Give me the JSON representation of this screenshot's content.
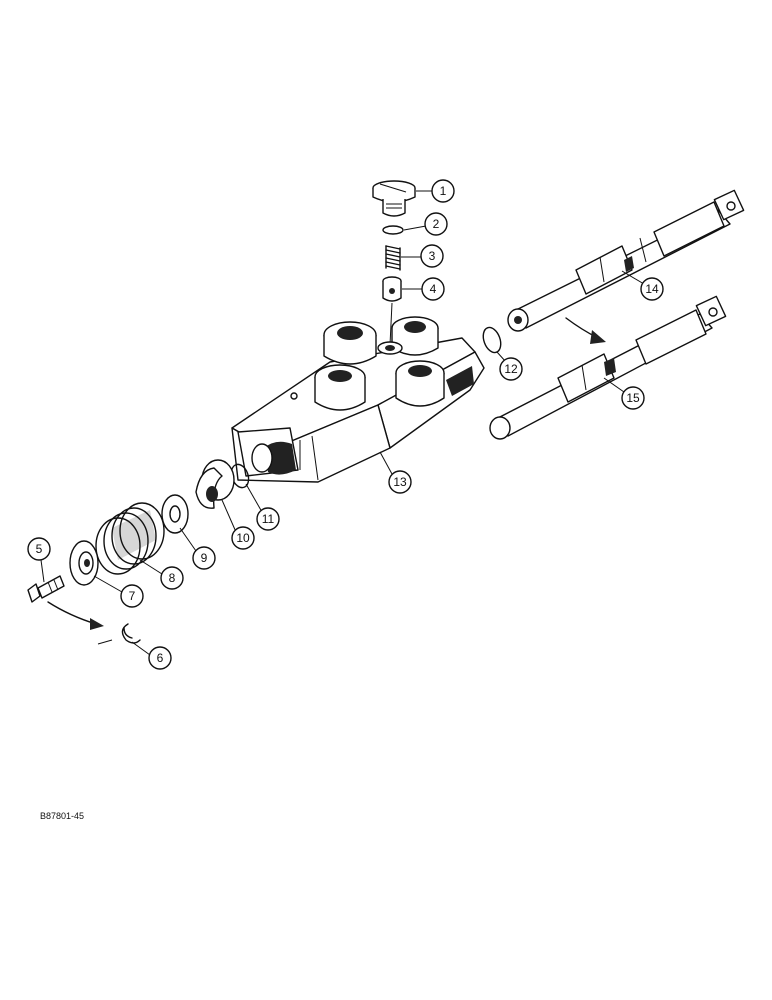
{
  "figure_ref": "B87801-45",
  "callouts": [
    "1",
    "2",
    "3",
    "4",
    "5",
    "6",
    "7",
    "8",
    "9",
    "10",
    "11",
    "12",
    "13",
    "14",
    "15"
  ]
}
